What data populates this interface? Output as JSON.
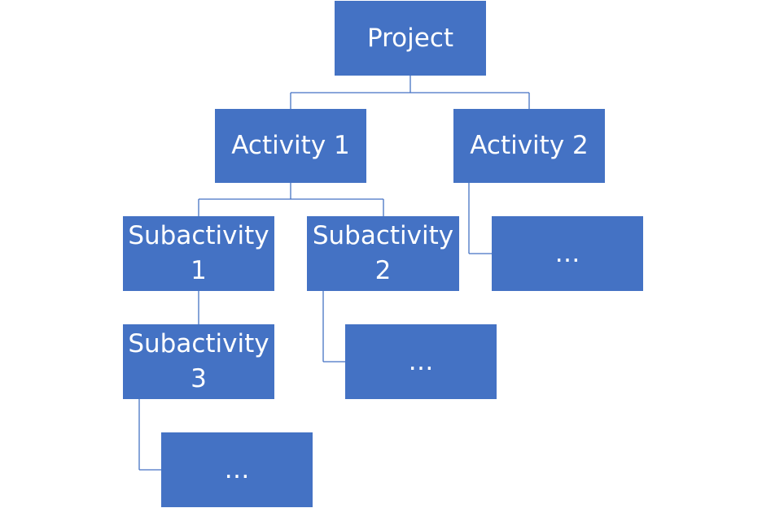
{
  "diagram": {
    "nodes": {
      "project": "Project",
      "activity_1": "Activity 1",
      "activity_2": "Activity 2",
      "subactivity_1": "Subactivity\n1",
      "subactivity_2": "Subactivity\n2",
      "subactivity_3": "Subactivity\n3",
      "activity_2_child": "…",
      "subactivity_2_child": "…",
      "subactivity_3_child": "…"
    },
    "colors": {
      "box_fill": "#4472c4",
      "connector": "#4472c4",
      "text": "#ffffff"
    }
  }
}
